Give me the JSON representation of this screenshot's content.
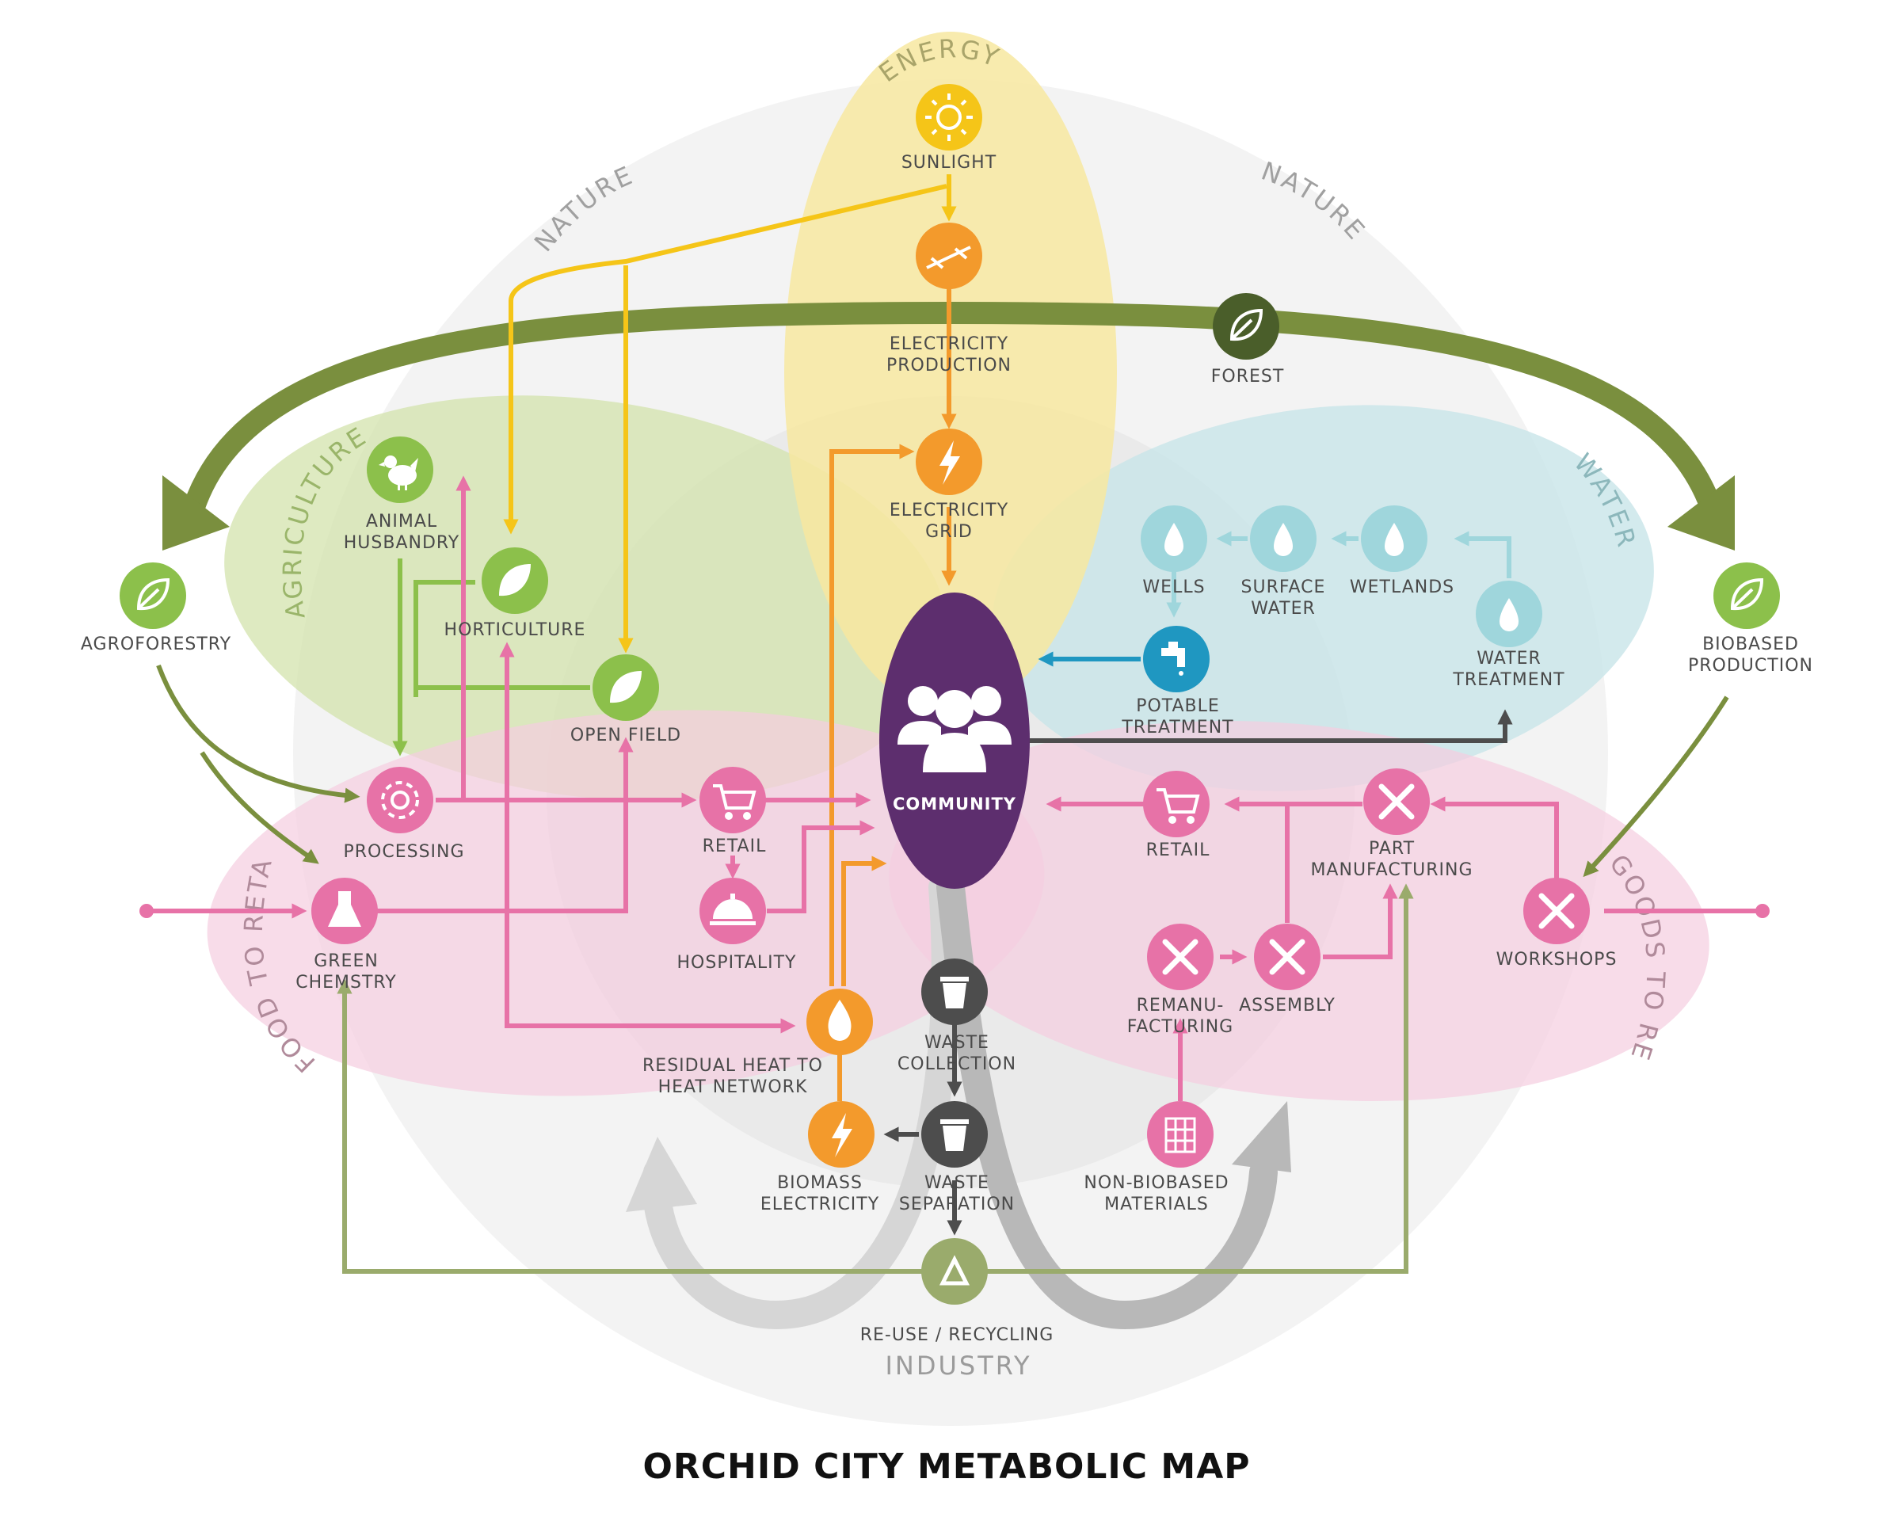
{
  "title": "ORCHID CITY METABOLIC MAP",
  "zones": {
    "energy": "ENERGY",
    "nature_left": "NATURE",
    "nature_right": "NATURE",
    "agriculture": "AGRICULTURE",
    "water": "WATER",
    "food_to_retail": "FOOD TO RETAIL",
    "goods_to_retail": "GOODS TO RETAIL",
    "industry": "INDUSTRY"
  },
  "nodes": {
    "sunlight": "SUNLIGHT",
    "electricity_production": [
      "ELECTRICITY",
      "PRODUCTION"
    ],
    "electricity_grid": [
      "ELECTRICITY",
      "GRID"
    ],
    "forest": "FOREST",
    "agroforestry": "AGROFORESTRY",
    "biobased_production": [
      "BIOBASED",
      "PRODUCTION"
    ],
    "animal_husbandry": [
      "ANIMAL",
      "HUSBANDRY"
    ],
    "horticulture": "HORTICULTURE",
    "open_field": "OPEN FIELD",
    "processing": "PROCESSING",
    "retail_left": "RETAIL",
    "hospitality": "HOSPITALITY",
    "green_chemistry": [
      "GREEN",
      "CHEMSTRY"
    ],
    "community": "COMMUNITY",
    "wells": "WELLS",
    "surface_water": [
      "SURFACE",
      "WATER"
    ],
    "wetlands": "WETLANDS",
    "water_treatment": [
      "WATER",
      "TREATMENT"
    ],
    "potable_treatment": [
      "POTABLE",
      "TREATMENT"
    ],
    "retail_right": "RETAIL",
    "part_manufacturing": [
      "PART",
      "MANUFACTURING"
    ],
    "workshops": "WORKSHOPS",
    "remanufacturing": [
      "REMANU-",
      "FACTURING"
    ],
    "assembly": "ASSEMBLY",
    "residual_heat": [
      "RESIDUAL HEAT TO",
      "HEAT NETWORK"
    ],
    "waste_collection": [
      "WASTE",
      "COLLECTION"
    ],
    "biomass_electricity": [
      "BIOMASS",
      "ELECTRICITY"
    ],
    "waste_separation": [
      "WASTE",
      "SEPARATION"
    ],
    "non_biobased": [
      "NON-BIOBASED",
      "MATERIALS"
    ],
    "reuse_recycling": "RE-USE / RECYCLING"
  },
  "colors": {
    "energy": "#f7e9a2",
    "agriculture": "#d7e6b3",
    "water": "#cfe8ea",
    "retail": "#f6d3e1",
    "nature": "#f2f2f2",
    "industry": "#e6e6e6",
    "orange": "#f39a2c",
    "yellow": "#f5c518",
    "green": "#8cc04b",
    "dark_green": "#7a8f3e",
    "forest": "#4a5e2a",
    "teal": "#9fd6dc",
    "blue": "#1f97c1",
    "pink": "#e772a7",
    "purple": "#5d2e6e",
    "gray": "#4d4d4d",
    "olive": "#9aab6c"
  },
  "icons": {
    "sunlight": "sun-icon",
    "electricity_production": "solar-panel-icon",
    "electricity_grid": "lightning-icon",
    "forest": "leaf-icon",
    "animal_husbandry": "chicken-icon",
    "horticulture": "leaf-icon",
    "processing": "gear-icon",
    "retail": "cart-icon",
    "hospitality": "bell-icon",
    "green_chemistry": "flask-icon",
    "community": "people-icon",
    "wells": "drop-icon",
    "potable_treatment": "tap-icon",
    "part_manufacturing": "tools-icon",
    "residual_heat": "flame-icon",
    "waste": "bin-icon",
    "non_biobased": "grid-icon",
    "reuse_recycling": "recycle-icon"
  }
}
